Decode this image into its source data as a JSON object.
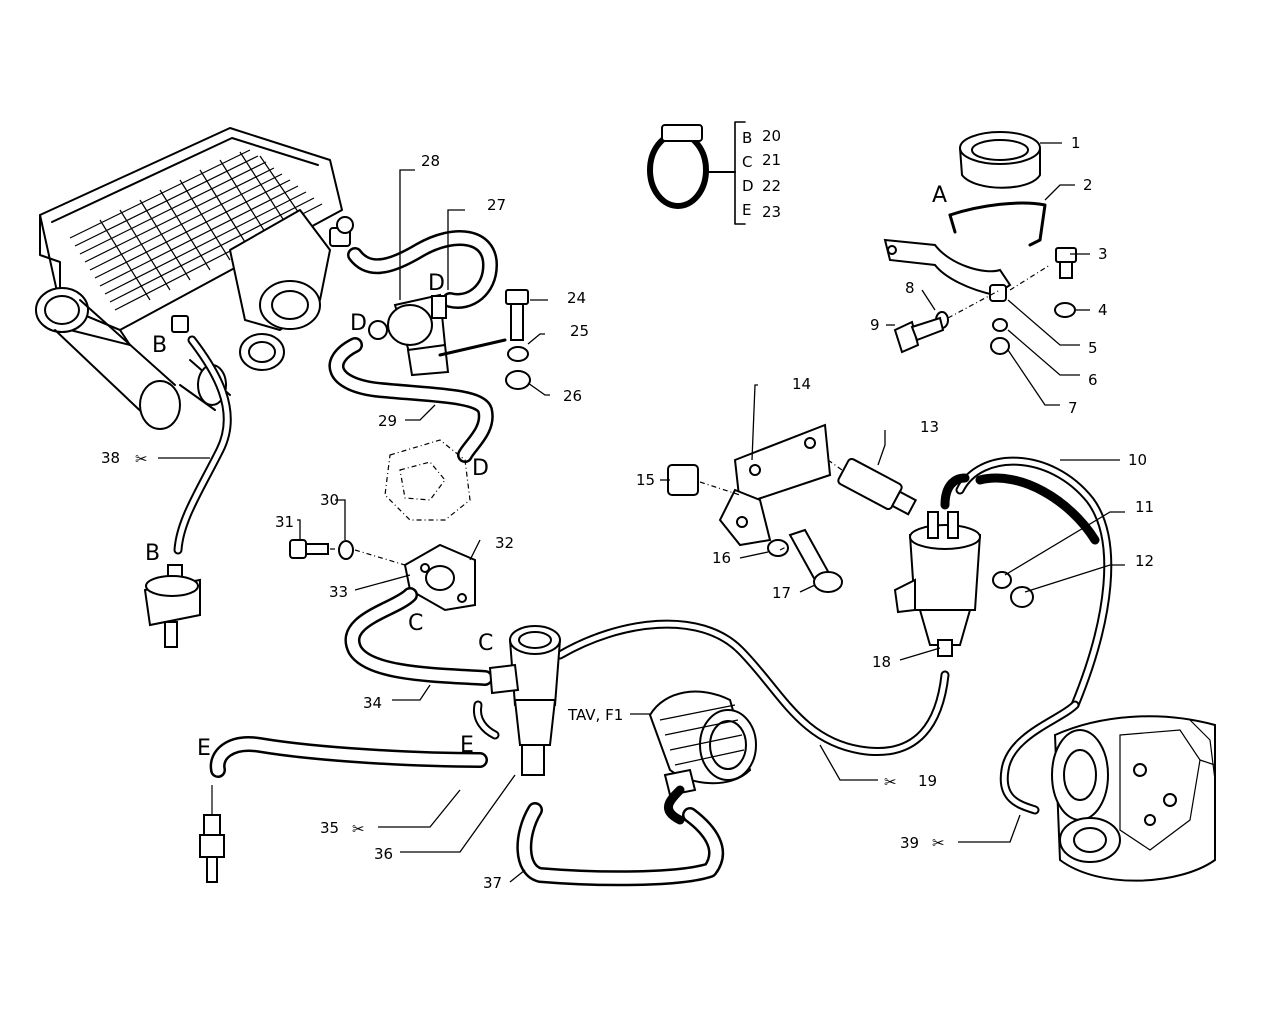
{
  "diagram": {
    "callouts": {
      "c1": "1",
      "c2": "2",
      "c3": "3",
      "c4": "4",
      "c5": "5",
      "c6": "6",
      "c7": "7",
      "c8": "8",
      "c9": "9",
      "c10": "10",
      "c11": "11",
      "c12": "12",
      "c13": "13",
      "c14": "14",
      "c15": "15",
      "c16": "16",
      "c17": "17",
      "c18": "18",
      "c19": "19",
      "c20": "20",
      "c21": "21",
      "c22": "22",
      "c23": "23",
      "c24": "24",
      "c25": "25",
      "c26": "26",
      "c27": "27",
      "c28": "28",
      "c29": "29",
      "c30": "30",
      "c31": "31",
      "c32": "32",
      "c33": "33",
      "c34": "34",
      "c35": "35",
      "c36": "36",
      "c37": "37",
      "c38": "38",
      "c39": "39"
    },
    "letters": {
      "A": "A",
      "B": "B",
      "C": "C",
      "D": "D",
      "E": "E"
    },
    "clamp_legend": {
      "letters": [
        "B",
        "C",
        "D",
        "E"
      ],
      "numbers": [
        "20",
        "21",
        "22",
        "23"
      ]
    },
    "label_tav": "TAV, F1",
    "scissors_symbol": "✂"
  }
}
